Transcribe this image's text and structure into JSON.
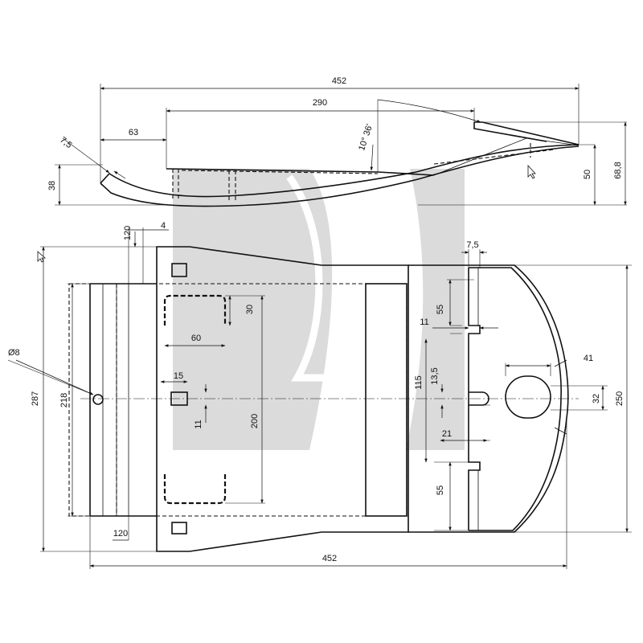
{
  "drawing": {
    "side_view": {
      "dims": {
        "overall_length": "452",
        "flat_length": "290",
        "front_offset": "63",
        "angle": "10° 36'",
        "edge_thickness": "7,5",
        "front_height": "38",
        "rear_height": "50",
        "total_height": "68,8"
      }
    },
    "plan_view": {
      "dims": {
        "overall_length": "452",
        "overall_width": "287",
        "rear_width": "250",
        "inner_width": "218",
        "hole_diameter": "Ø8",
        "offset_top": "120",
        "offset_bottom": "120",
        "slot_spacing": "200",
        "slot_width": "60",
        "slot_height": "30",
        "small_rect_w": "15",
        "small_rect_h": "11",
        "notch_thickness": "7,5",
        "notch_depth_top": "11",
        "notch_len_top": "55",
        "notch_len_bottom": "55",
        "center_gap": "115",
        "center_slot_w": "13,5",
        "center_slot_depth": "21",
        "oval_width": "41",
        "oval_height": "32",
        "top_tick": "4"
      }
    }
  }
}
